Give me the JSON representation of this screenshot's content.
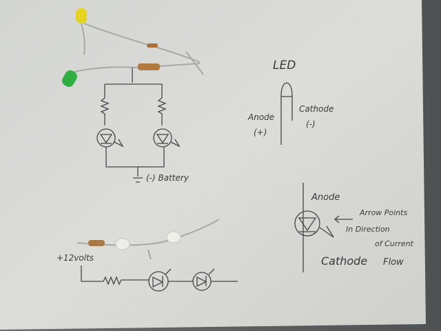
{
  "led_section": {
    "title": "LED",
    "anode": "Anode",
    "anode_sign": "(+)",
    "cathode": "Cathode",
    "cathode_sign": "(-)"
  },
  "parallel_circuit": {
    "battery_label": "(-) Battery"
  },
  "symbol_section": {
    "anode": "Anode",
    "arrow_note_1": "Arrow Points",
    "arrow_note_2": "In Direction",
    "arrow_note_3": "of Current",
    "cathode": "Cathode",
    "flow": "Flow"
  },
  "series_circuit": {
    "voltage_label": "+12volts"
  },
  "colors": {
    "paper": "#d9dad6",
    "led_yellow": "#e8d820",
    "led_green": "#30b040",
    "resistor": "#b07a40"
  }
}
